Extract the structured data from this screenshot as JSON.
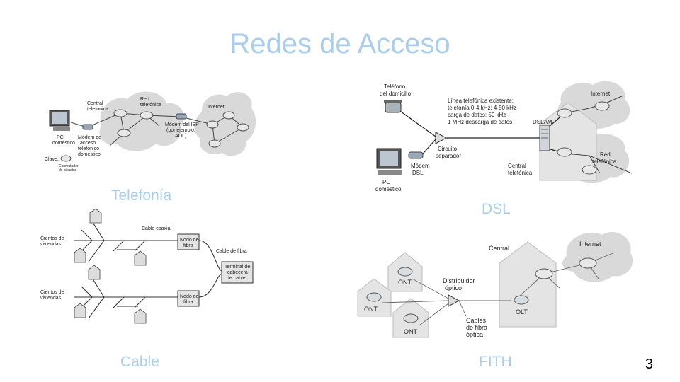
{
  "slide": {
    "title": "Redes de Acceso",
    "page_number": "3"
  },
  "captions": {
    "telefonia": "Telefonía",
    "dsl": "DSL",
    "cable": "Cable",
    "fith": "FITH"
  },
  "telefonia": {
    "central": [
      "Central",
      "telefónica"
    ],
    "red": [
      "Red",
      "telefónica"
    ],
    "internet": "Internet",
    "pc": [
      "PC",
      "doméstico"
    ],
    "modem": [
      "Módem de",
      "acceso",
      "telefónico",
      "doméstico"
    ],
    "isp_modem": [
      "Módem del ISP",
      "(por ejemplo,",
      "AOL)"
    ],
    "clave": "Clave:",
    "conmutador": [
      "Conmutador",
      "de circuitos"
    ]
  },
  "dsl": {
    "telefono": [
      "Teléfono",
      "del domicilio"
    ],
    "linea": [
      "Línea telefónica existente:",
      "telefonía 0-4 kHz; 4-50 kHz",
      "carga de datos; 50 kHz–",
      "1 MHz descarga de datos"
    ],
    "internet": "Internet",
    "dslam": "DSLAM",
    "red": [
      "Red",
      "telefónica"
    ],
    "circuito": [
      "Circuito",
      "separador"
    ],
    "central": [
      "Central",
      "telefónica"
    ],
    "modem": [
      "Módem",
      "DSL"
    ],
    "pc": [
      "PC",
      "doméstico"
    ]
  },
  "cable": {
    "cientos_top": [
      "Cientos de",
      "viviendas"
    ],
    "cientos_bottom": [
      "Cientos de",
      "viviendas"
    ],
    "coaxial": "Cable coaxial",
    "nodo_top": [
      "Nodo de",
      "fibra"
    ],
    "nodo_bottom": [
      "Nodo de",
      "fibra"
    ],
    "fibra": "Cable de fibra",
    "terminal": [
      "Terminal de",
      "cabecera",
      "de cable"
    ]
  },
  "fith": {
    "central": "Central",
    "internet": "Internet",
    "distribuidor": [
      "Distribuidor",
      "óptico"
    ],
    "ont1": "ONT",
    "ont2": "ONT",
    "ont3": "ONT",
    "olt": "OLT",
    "cables": [
      "Cables",
      "de fibra",
      "óptica"
    ]
  }
}
